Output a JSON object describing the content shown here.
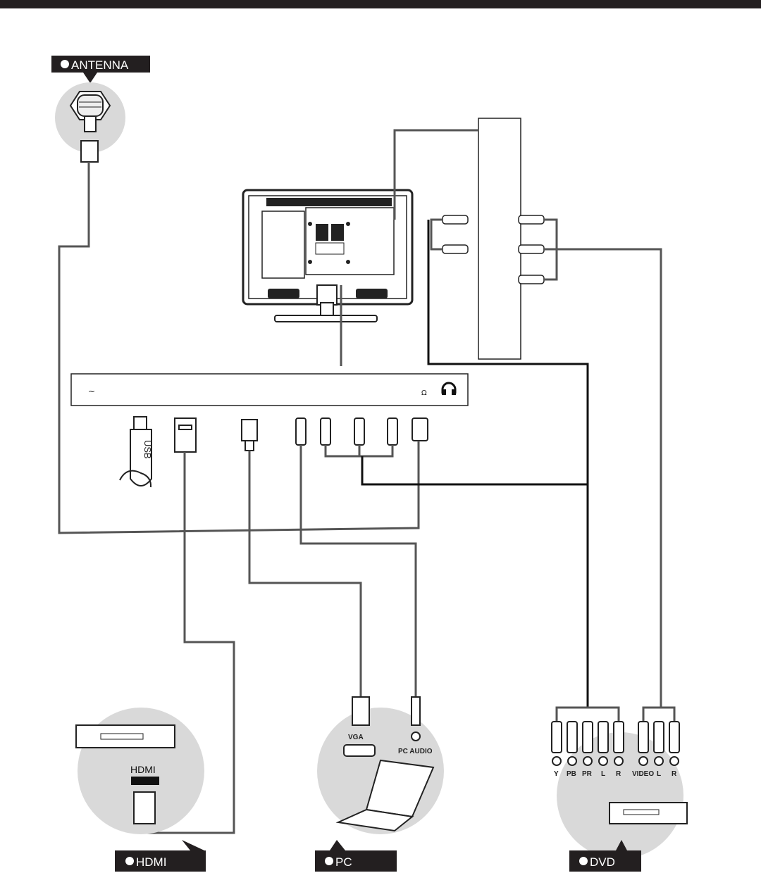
{
  "labels": {
    "antenna": "ANTENNA",
    "hdmi": "HDMI",
    "pc": "PC",
    "dvd": "DVD"
  },
  "devices": {
    "usb": "USB",
    "hdmi_port": "HDMI",
    "vga": "VGA",
    "pc_audio": "PC AUDIO"
  },
  "panel": {
    "power_symbol": "~",
    "ohm_symbol": "Ω"
  },
  "dvd_jacks": [
    "Y",
    "PB",
    "PR",
    "L",
    "R",
    "VIDEO",
    "L",
    "R"
  ],
  "colors": {
    "label_bg": "#231f20",
    "circle_bg": "#d9d9d9",
    "wire": "#555555"
  }
}
